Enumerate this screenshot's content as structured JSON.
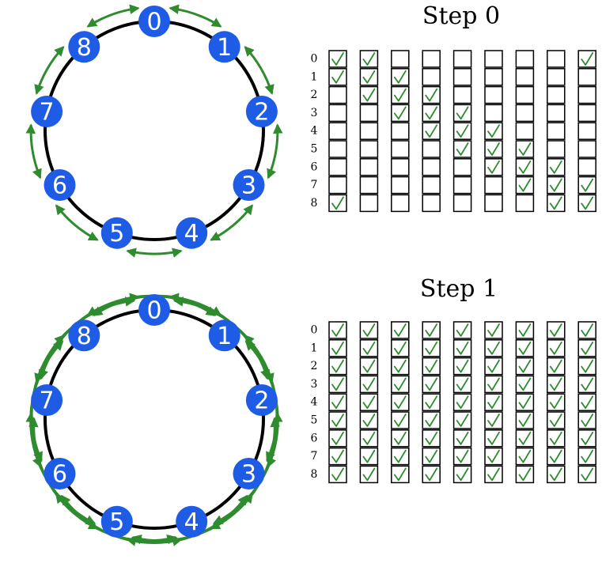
{
  "colors": {
    "node": "#1f5ce6",
    "node_text": "#ffffff",
    "edge": "#2e8b2e",
    "ring": "#000000"
  },
  "panels": [
    {
      "step_title": "Step 0",
      "ring_nodes": [
        "0",
        "1",
        "2",
        "3",
        "4",
        "5",
        "6",
        "7",
        "8"
      ],
      "row_labels": [
        "0",
        "1",
        "2",
        "3",
        "4",
        "5",
        "6",
        "7",
        "8"
      ],
      "columns": 9,
      "known": [
        [
          1,
          1,
          0,
          0,
          0,
          0,
          0,
          0,
          1
        ],
        [
          1,
          1,
          1,
          0,
          0,
          0,
          0,
          0,
          0
        ],
        [
          0,
          1,
          1,
          1,
          0,
          0,
          0,
          0,
          0
        ],
        [
          0,
          0,
          1,
          1,
          1,
          0,
          0,
          0,
          0
        ],
        [
          0,
          0,
          0,
          1,
          1,
          1,
          0,
          0,
          0
        ],
        [
          0,
          0,
          0,
          0,
          1,
          1,
          1,
          0,
          0
        ],
        [
          0,
          0,
          0,
          0,
          0,
          1,
          1,
          1,
          0
        ],
        [
          0,
          0,
          0,
          0,
          0,
          0,
          1,
          1,
          1
        ],
        [
          1,
          0,
          0,
          0,
          0,
          0,
          0,
          1,
          1
        ]
      ],
      "exchange_distances": [
        1
      ]
    },
    {
      "step_title": "Step 1",
      "ring_nodes": [
        "0",
        "1",
        "2",
        "3",
        "4",
        "5",
        "6",
        "7",
        "8"
      ],
      "row_labels": [
        "0",
        "1",
        "2",
        "3",
        "4",
        "5",
        "6",
        "7",
        "8"
      ],
      "columns": 9,
      "known": [
        [
          1,
          1,
          1,
          1,
          1,
          1,
          1,
          1,
          1
        ],
        [
          1,
          1,
          1,
          1,
          1,
          1,
          1,
          1,
          1
        ],
        [
          1,
          1,
          1,
          1,
          1,
          1,
          1,
          1,
          1
        ],
        [
          1,
          1,
          1,
          1,
          1,
          1,
          1,
          1,
          1
        ],
        [
          1,
          1,
          1,
          1,
          1,
          1,
          1,
          1,
          1
        ],
        [
          1,
          1,
          1,
          1,
          1,
          1,
          1,
          1,
          1
        ],
        [
          1,
          1,
          1,
          1,
          1,
          1,
          1,
          1,
          1
        ],
        [
          1,
          1,
          1,
          1,
          1,
          1,
          1,
          1,
          1
        ],
        [
          1,
          1,
          1,
          1,
          1,
          1,
          1,
          1,
          1
        ]
      ],
      "exchange_distances": [
        1,
        3
      ]
    }
  ]
}
